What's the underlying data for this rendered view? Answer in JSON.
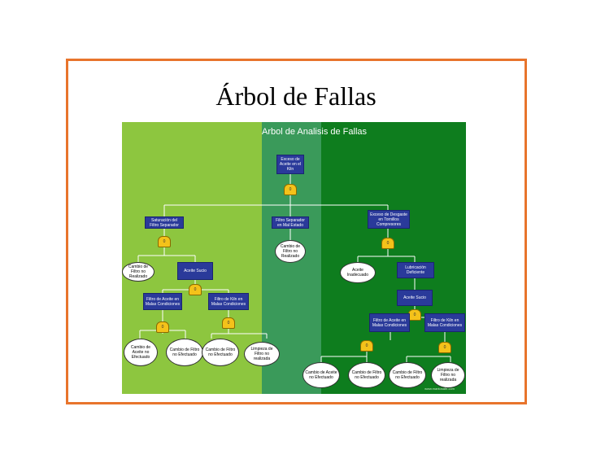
{
  "slide": {
    "title": "Árbol de Fallas"
  },
  "diagram": {
    "title": "Arbol de Analisis de Fallas",
    "colors": {
      "left": "#8dc63f",
      "middle": "#3a9a5a",
      "right": "#0e7d1e",
      "box": "#2a3a9a",
      "gate": "#f4c21a",
      "frame": "#e8742c"
    },
    "gate_label": "0",
    "top_event": "Exceso de Aceite en el Kiln",
    "left_branch": {
      "event": "Saturación del Filtro Separador",
      "basic": "Cambio de Filtro no Realizado",
      "sub_event": "Aceite Sucio",
      "sub_left": "Filtro de Aceite en Malas Condiciones",
      "sub_right": "Filtro de Kiln en Malas Condiciones",
      "leaves": [
        "Cambio de Aceite no Efectuado",
        "Cambio de Filtro no Efectuado",
        "Cambio de Filtro no Efectuado",
        "Limpieza de Filtro no realizada"
      ]
    },
    "middle_branch": {
      "event": "Filtro Separador en Mal Estado",
      "basic": "Cambio de Filtro no Realizado"
    },
    "right_branch": {
      "event": "Exceso de Desgaste en Tornillos Compresores",
      "basic": "Aceite Inadecuado",
      "sub_event": "Lubricación Deficiente",
      "sub_event2": "Aceite Sucio",
      "sub_left": "Filtro de Aceite en Malas Condiciones",
      "sub_right": "Filtro de Kiln en Malas Condiciones",
      "leaves": [
        "Cambio de Aceite no Efectuado",
        "Cambio de Filtro no Efectuado",
        "Cambio de Filtro no Efectuado",
        "Limpieza de Filtro no realizada"
      ]
    },
    "credit": "www.mantosafe.com"
  }
}
